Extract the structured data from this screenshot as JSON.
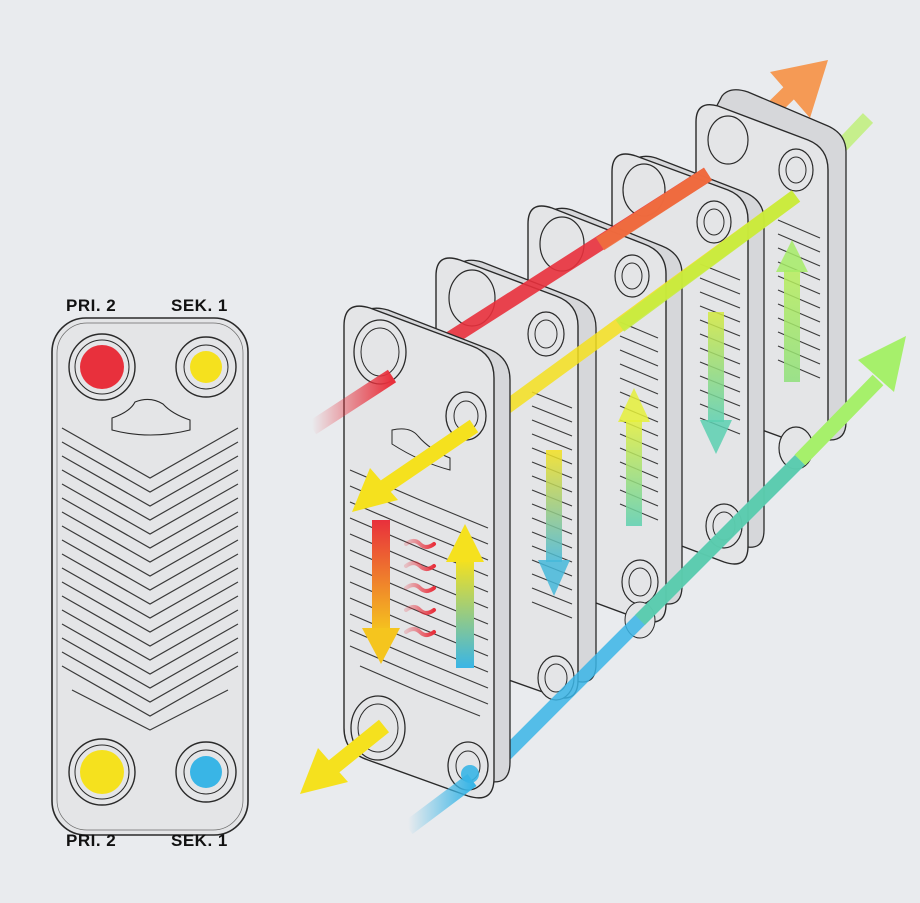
{
  "labels": {
    "top_left": "PRI. 2",
    "top_right": "SEK. 1",
    "bottom_left": "PRI. 2",
    "bottom_right": "SEK. 1"
  },
  "colors": {
    "background": "#e9ebee",
    "plate_fill": "#e4e5e7",
    "plate_edge": "#d6d7da",
    "outline": "#2a2a2a",
    "hot": "#e8303c",
    "warm": "#f5e11e",
    "cold": "#39b5e6",
    "hot_out": "#f59a55",
    "cold_out": "#a6f06b"
  },
  "icons": {
    "port_top_left": "hot-port-icon",
    "port_top_right": "yellow-port-icon",
    "port_bottom_left": "yellow-port-icon",
    "port_bottom_right": "cold-port-icon"
  }
}
